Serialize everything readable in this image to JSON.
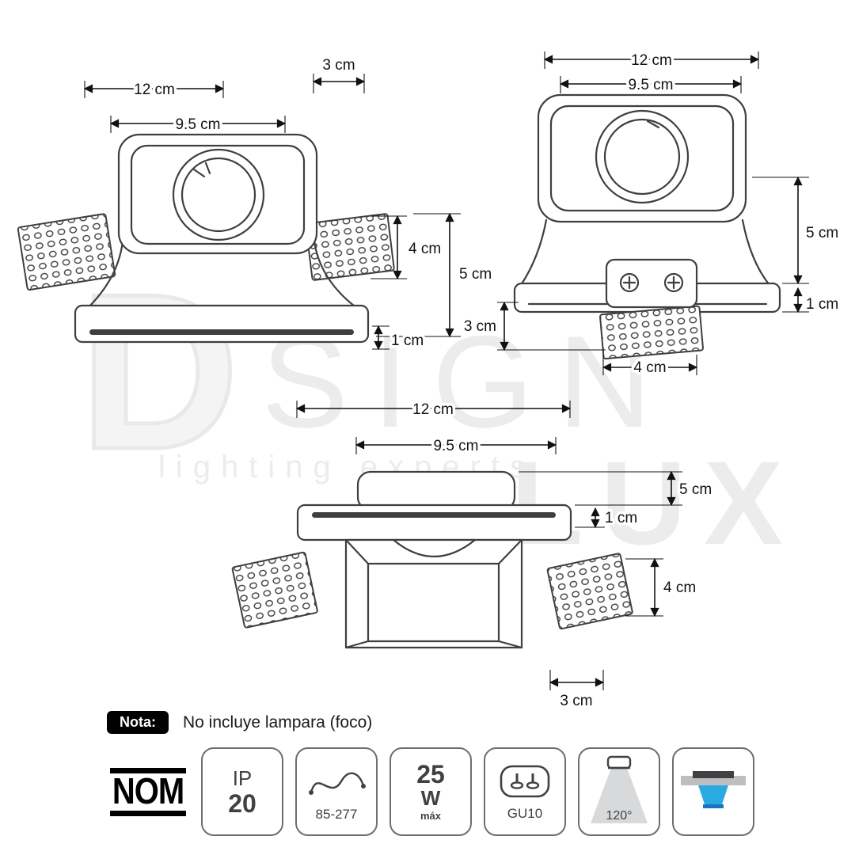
{
  "views": {
    "front": {
      "w_outer": "12 cm",
      "w_inner": "9.5 cm",
      "wing_w": "3 cm",
      "h_body": "4 cm",
      "h_total": "5 cm",
      "h_flange": "1 cm"
    },
    "rear": {
      "w_outer": "12 cm",
      "w_inner": "9.5 cm",
      "h_total": "5 cm",
      "h_flange": "1 cm",
      "wing_h": "3 cm",
      "wing_w": "4 cm"
    },
    "bottom": {
      "w_outer": "12 cm",
      "w_inner": "9.5 cm",
      "h_total": "5 cm",
      "h_flange": "1 cm",
      "h_recess": "4 cm",
      "wing_w": "3 cm"
    }
  },
  "watermark": {
    "d": "D",
    "sign": "SIGN",
    "tagline": "lighting experts",
    "lux": "LUX"
  },
  "note": {
    "label": "Nota:",
    "text": "No incluye lampara (foco)"
  },
  "specs": {
    "nom": {
      "label": "NOM"
    },
    "ip": {
      "line1": "IP",
      "line2": "20"
    },
    "voltage": {
      "label": "85-277"
    },
    "watt": {
      "value": "25",
      "unit": "W",
      "max": "máx"
    },
    "socket": {
      "label": "GU10"
    },
    "beam": {
      "label": "120°"
    }
  },
  "colors": {
    "line": "#3f3f3f",
    "dim": "#111111",
    "accent_cyan": "#29abe2",
    "ceiling_gray": "#bcbec0",
    "cone_gray": "#d8d9da",
    "watermark": "#ececec"
  }
}
